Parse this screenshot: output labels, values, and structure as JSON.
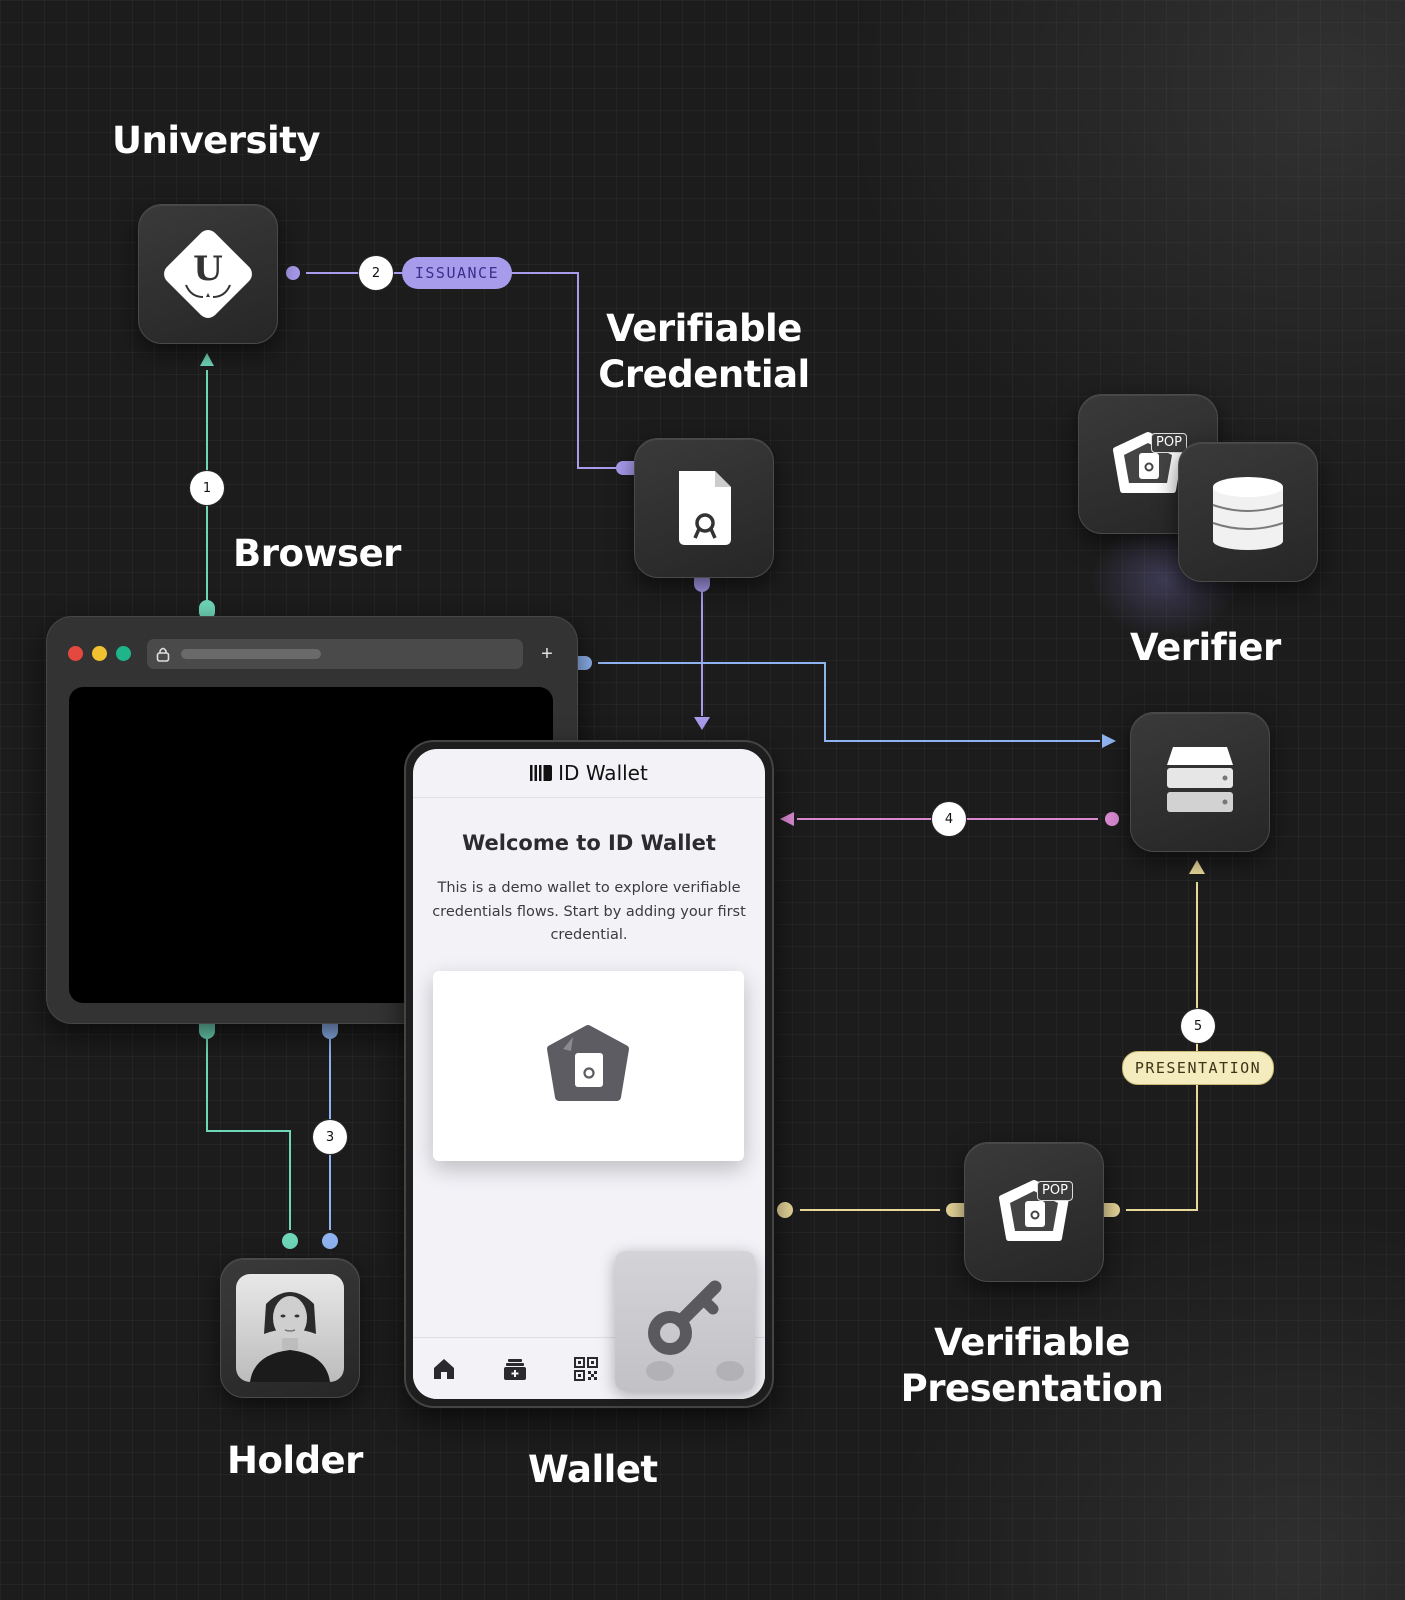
{
  "labels": {
    "university": "University",
    "verifiable_credential_line1": "Verifiable",
    "verifiable_credential_line2": "Credential",
    "browser": "Browser",
    "verifier": "Verifier",
    "holder": "Holder",
    "wallet": "Wallet",
    "verifiable_presentation_line1": "Verifiable",
    "verifiable_presentation_line2": "Presentation"
  },
  "steps": {
    "step1": "1",
    "step2": "2",
    "step3": "3",
    "step4": "4",
    "step5": "5"
  },
  "pills": {
    "issuance": "ISSUANCE",
    "presentation": "PRESENTATION"
  },
  "badges": {
    "pop_top": "POP",
    "pop_bottom": "POP",
    "university_letter": "U"
  },
  "wallet_app": {
    "title": "ID Wallet",
    "welcome_heading": "Welcome to ID Wallet",
    "description": "This is a demo wallet to explore verifiable credentials flows. Start by adding your first credential."
  },
  "browser_window": {
    "new_tab": "+"
  },
  "colors": {
    "background": "#1c1c1c",
    "teal_line": "#6fd6b8",
    "lavender_line": "#a79bec",
    "blue_line": "#8fb3f0",
    "pink_line": "#d98ad0",
    "yellow_line": "#e8d89a",
    "traffic_red": "#e5483f",
    "traffic_yellow": "#f0c232",
    "traffic_green": "#1fb58a"
  },
  "icons": {
    "university": "university-shield-icon",
    "credential": "document-certificate-icon",
    "pop": "pop-credential-icon",
    "database": "database-icon",
    "server": "server-icon",
    "key": "key-icon",
    "lock": "lock-icon"
  }
}
